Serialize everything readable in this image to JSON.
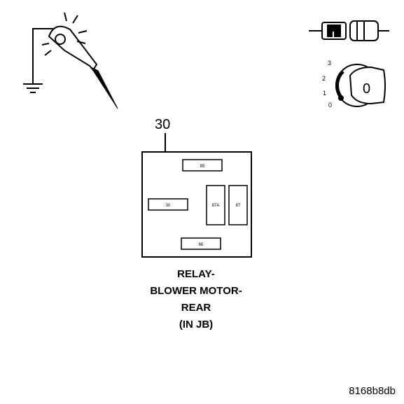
{
  "callout_pin": "30",
  "relay": {
    "pins": {
      "p85": "85",
      "p30": "30",
      "p87a": "87A",
      "p87": "87",
      "p86": "86"
    }
  },
  "caption": {
    "line1": "RELAY-",
    "line2": "BLOWER MOTOR-",
    "line3": "REAR",
    "line4": "(IN JB)"
  },
  "ignition": {
    "positions": [
      "3",
      "2",
      "1",
      "0"
    ],
    "key_label": "0"
  },
  "figure_code": "8168b8db"
}
